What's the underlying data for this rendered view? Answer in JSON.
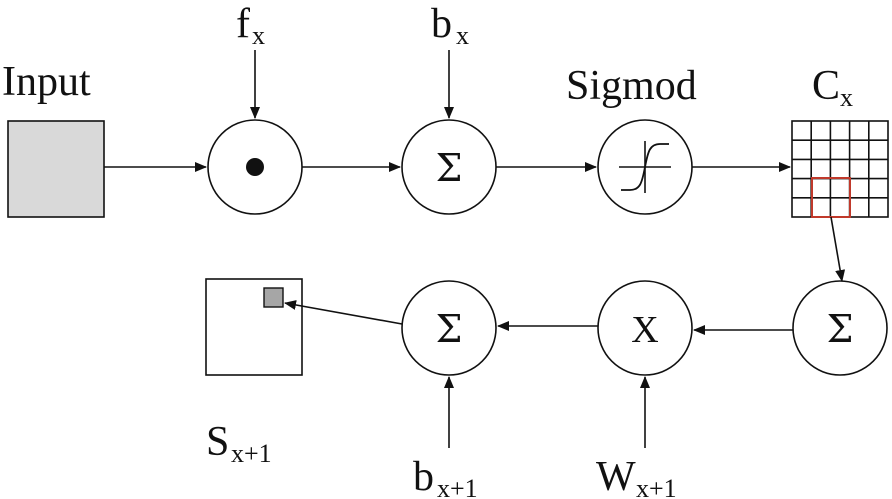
{
  "labels": {
    "input": "Input",
    "sigmod": "Sigmod",
    "f_main": "f",
    "f_sub": "x",
    "b_main": "b",
    "b_sub": "x",
    "c_main": "C",
    "c_sub": "x",
    "s_main": "S",
    "s_sub": "x+1",
    "b2_main": "b",
    "b2_sub": "x+1",
    "w_main": "W",
    "w_sub": "x+1"
  },
  "symbols": {
    "sum": "Σ",
    "multiply": "X"
  },
  "colors": {
    "input_fill": "#d9d9d9",
    "small_patch_fill": "#a6a6a6",
    "highlight": "#c0392b",
    "stroke": "#111111"
  }
}
